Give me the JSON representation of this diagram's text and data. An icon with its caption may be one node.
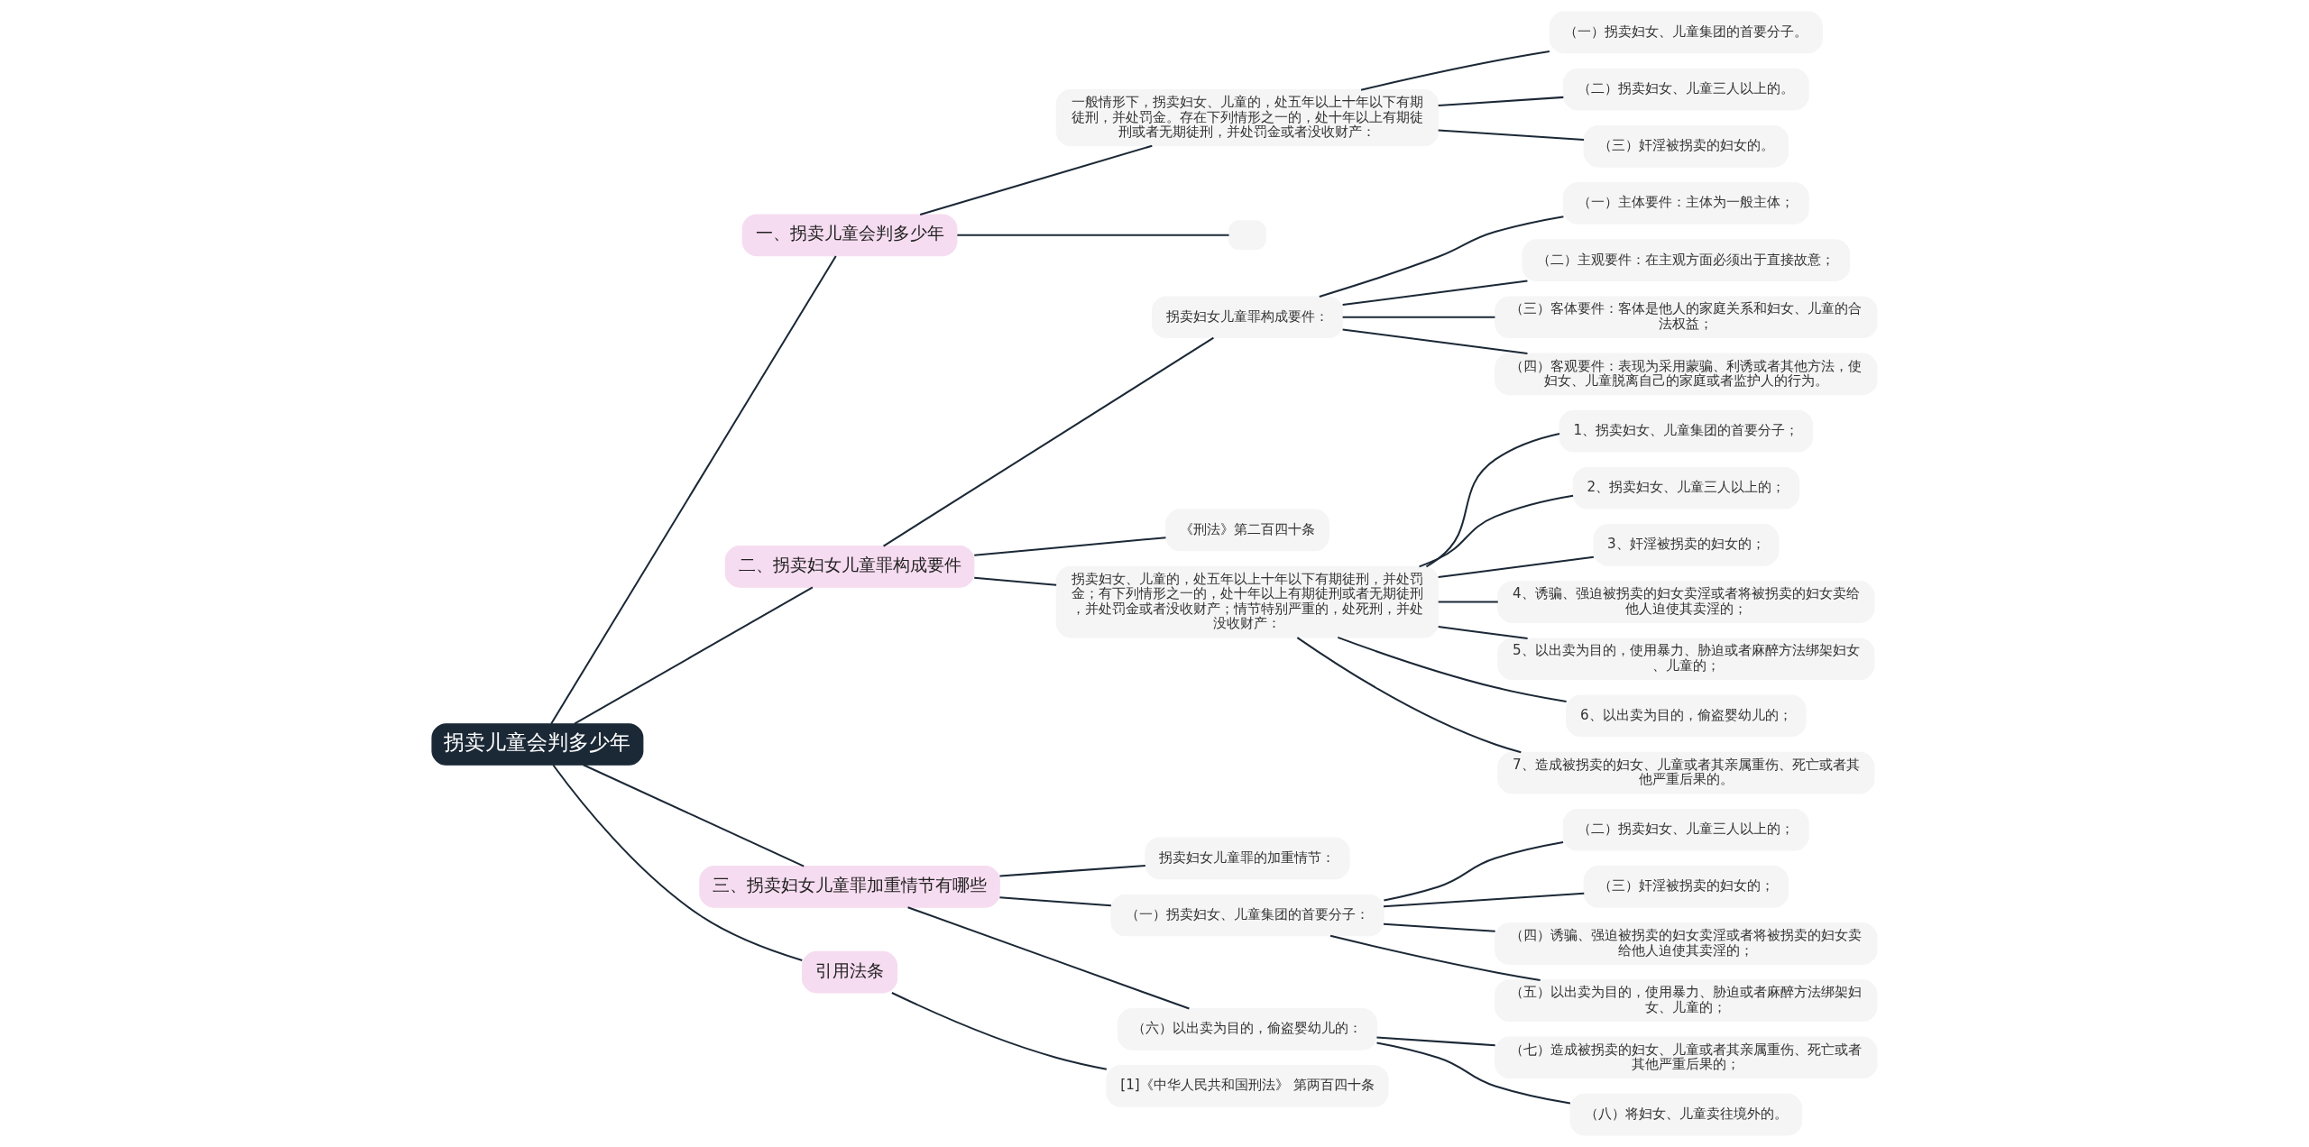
{
  "diagram": {
    "nodes": [
      {
        "text": [
          "拐卖儿童会判多少年"
        ]
      },
      {
        "text": [
          "一、拐卖儿童会判多少年"
        ]
      },
      {
        "text": [
          "一般情形下，拐卖妇女、儿童的，处五年以上十年以下有期徒刑，并处罚金。存在下列情形之一的，处十年以上有期徒刑或者无期徒刑，并处罚金或者没收财产："
        ]
      },
      {
        "text": [
          "（一）拐卖妇女、儿童集团的首要分子。"
        ]
      },
      {
        "text": [
          "（二）拐卖妇女、儿童三人以上的。"
        ]
      },
      {
        "text": [
          "（三）奸淫被拐卖的妇女的。"
        ]
      },
      {
        "text": [],
        "shape": "box"
      },
      {
        "text": [
          "二、拐卖妇女儿童罪构成要件"
        ]
      },
      {
        "text": [
          "拐卖妇女儿童罪构成要件："
        ]
      },
      {
        "text": [
          "（一）主体要件：主体为一般主体；"
        ]
      },
      {
        "text": [
          "（二）主观要件：在主观方面必须出于直接故意；"
        ]
      },
      {
        "text": [
          "（三）客体要件：客体是他人的家庭关系和妇女、儿童的合法权益；"
        ]
      },
      {
        "text": [
          "（四）客观要件：表现为采用蒙骗、利诱或者其他方法，使妇女、儿童脱离自己的家庭或者监护人的行为。"
        ]
      },
      {
        "text": [
          "《刑法》第二百四十条"
        ]
      },
      {
        "text": [
          "拐卖妇女、儿童的，处五年以上十年以下有期徒刑，并处罚金；有下列情形之一的，处十年以上有期徒刑或者无期徒刑，并处罚金或者没收财产；情节特别严重的，处死刑，并处没收财产："
        ]
      },
      {
        "text": [
          "1、拐卖妇女、儿童集团的首要分子；"
        ]
      },
      {
        "text": [
          "2、拐卖妇女、儿童三人以上的；"
        ]
      },
      {
        "text": [
          "3、奸淫被拐卖的妇女的；"
        ]
      },
      {
        "text": [
          "4、诱骗、强迫被拐卖的妇女卖淫或者将被拐卖的妇女卖给他人迫使其卖淫的；"
        ]
      },
      {
        "text": [
          "5、以出卖为目的，使用暴力、胁迫或者麻醉方法绑架妇女、儿童的；"
        ]
      },
      {
        "text": [
          "6、以出卖为目的，偷盗婴幼儿的；"
        ]
      },
      {
        "text": [
          "7、造成被拐卖的妇女、儿童或者其亲属重伤、死亡或者其他严重后果的。"
        ]
      },
      {
        "text": [
          "三、拐卖妇女儿童罪加重情节有哪些"
        ]
      },
      {
        "text": [
          "拐卖妇女儿童罪的加重情节："
        ]
      },
      {
        "text": [
          "（一）拐卖妇女、儿童集团的首要分子："
        ]
      },
      {
        "text": [
          "（二）拐卖妇女、儿童三人以上的；"
        ]
      },
      {
        "text": [
          "（三）奸淫被拐卖的妇女的；"
        ]
      },
      {
        "text": [
          "（四）诱骗、强迫被拐卖的妇女卖淫或者将被拐卖的妇女卖给他人迫使其卖淫的；"
        ]
      },
      {
        "text": [
          "（五）以出卖为目的，使用暴力、胁迫或者麻醉方法绑架妇女、儿童的；"
        ]
      },
      {
        "text": [
          "（六）以出卖为目的，偷盗婴幼儿的："
        ]
      },
      {
        "text": [
          "（七）造成被拐卖的妇女、儿童或者其亲属重伤、死亡或者其他严重后果的；"
        ]
      },
      {
        "text": [
          "（八）将妇女、儿童卖往境外的。"
        ]
      },
      {
        "text": [
          "引用法条"
        ]
      },
      {
        "text": [
          "[1]《中华人民共和国刑法》 第两百四十条"
        ]
      }
    ],
    "edges": [
      {
        "from": 0,
        "to": 1,
        "arrow": "none"
      },
      {
        "from": 1,
        "to": 2,
        "arrow": "none"
      },
      {
        "from": 2,
        "to": 3,
        "arrow": "none"
      },
      {
        "from": 2,
        "to": 4,
        "arrow": "none"
      },
      {
        "from": 2,
        "to": 5,
        "arrow": "none"
      },
      {
        "from": 1,
        "to": 6,
        "arrow": "none"
      },
      {
        "from": 0,
        "to": 7,
        "arrow": "none"
      },
      {
        "from": 7,
        "to": 8,
        "arrow": "none"
      },
      {
        "from": 8,
        "to": 9,
        "arrow": "none"
      },
      {
        "from": 8,
        "to": 10,
        "arrow": "none"
      },
      {
        "from": 8,
        "to": 11,
        "arrow": "none"
      },
      {
        "from": 8,
        "to": 12,
        "arrow": "none"
      },
      {
        "from": 7,
        "to": 13,
        "arrow": "none"
      },
      {
        "from": 7,
        "to": 14,
        "arrow": "none"
      },
      {
        "from": 14,
        "to": 15,
        "arrow": "none"
      },
      {
        "from": 14,
        "to": 16,
        "arrow": "none"
      },
      {
        "from": 14,
        "to": 17,
        "arrow": "none"
      },
      {
        "from": 14,
        "to": 18,
        "arrow": "none"
      },
      {
        "from": 14,
        "to": 19,
        "arrow": "none"
      },
      {
        "from": 14,
        "to": 20,
        "arrow": "none"
      },
      {
        "from": 14,
        "to": 21,
        "arrow": "none"
      },
      {
        "from": 0,
        "to": 22,
        "arrow": "none"
      },
      {
        "from": 22,
        "to": 23,
        "arrow": "none"
      },
      {
        "from": 22,
        "to": 24,
        "arrow": "none"
      },
      {
        "from": 24,
        "to": 25,
        "arrow": "none"
      },
      {
        "from": 24,
        "to": 26,
        "arrow": "none"
      },
      {
        "from": 24,
        "to": 27,
        "arrow": "none"
      },
      {
        "from": 24,
        "to": 28,
        "arrow": "none"
      },
      {
        "from": 22,
        "to": 29,
        "arrow": "none"
      },
      {
        "from": 29,
        "to": 30,
        "arrow": "none"
      },
      {
        "from": 29,
        "to": 31,
        "arrow": "none"
      },
      {
        "from": 0,
        "to": 32,
        "arrow": "none"
      },
      {
        "from": 32,
        "to": 33,
        "arrow": "none"
      }
    ]
  }
}
